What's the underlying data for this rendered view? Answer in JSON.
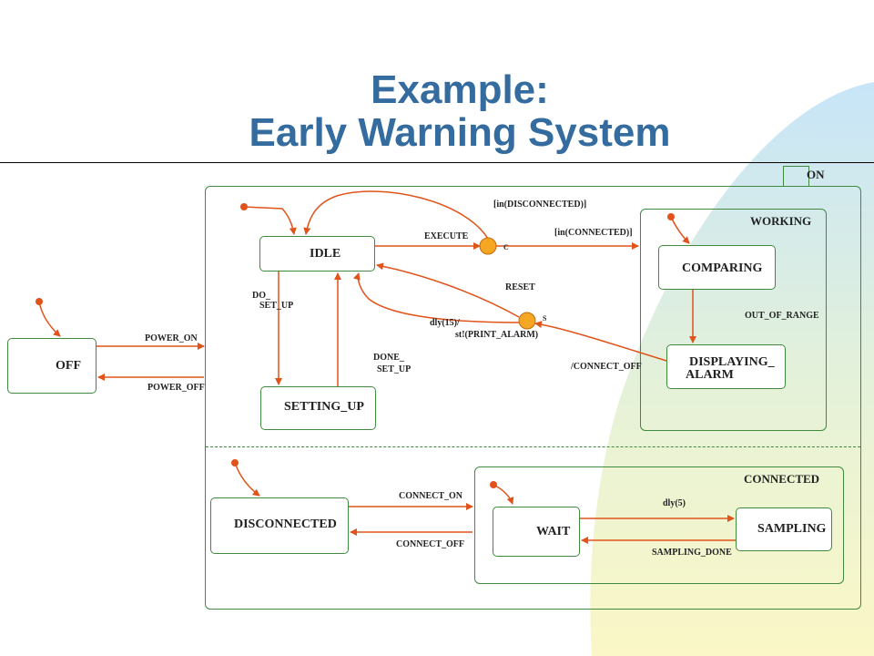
{
  "title": {
    "line1": "Example:",
    "line2": "Early Warning System"
  },
  "superstate": "ON",
  "regions": {
    "working": "WORKING",
    "connected": "CONNECTED"
  },
  "states": {
    "off": "OFF",
    "idle": "IDLE",
    "setting_up": "SETTING_UP",
    "comparing": "COMPARING",
    "displaying_alarm_1": "DISPLAYING_",
    "displaying_alarm_2": "ALARM",
    "disconnected": "DISCONNECTED",
    "wait": "WAIT",
    "sampling": "SAMPLING"
  },
  "connectors": {
    "c": "C",
    "s": "S"
  },
  "transitions": {
    "power_on": "POWER_ON",
    "power_off": "POWER_OFF",
    "in_disconnected": "[in(DISCONNECTED)]",
    "execute": "EXECUTE",
    "in_connected": "[in(CONNECTED)]",
    "reset": "RESET",
    "do_set_up_1": "DO_",
    "do_set_up_2": "SET_UP",
    "dly15_1": "dly(15)/",
    "dly15_2": "st!(PRINT_ALARM)",
    "done_set_up_1": "DONE_",
    "done_set_up_2": "SET_UP",
    "connect_off_alarm": "/CONNECT_OFF",
    "out_of_range": "OUT_OF_RANGE",
    "connect_on": "CONNECT_ON",
    "connect_off": "CONNECT_OFF",
    "dly5": "dly(5)",
    "sampling_done": "SAMPLING_DONE"
  },
  "colors": {
    "arrow": "#e0531b",
    "border": "#3f8a3f",
    "connector": "#f5a623",
    "title": "#356c9f"
  }
}
